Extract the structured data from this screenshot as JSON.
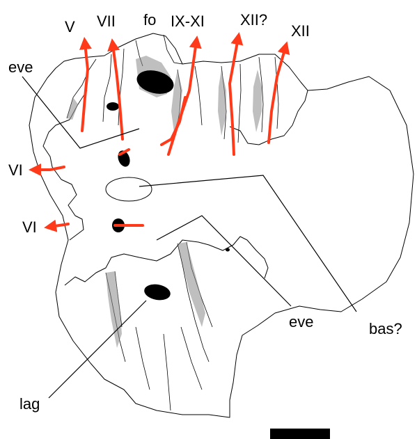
{
  "labels": {
    "V": "V",
    "VII": "VII",
    "fo": "fo",
    "IX_XI": "IX-XI",
    "XII_q": "XII?",
    "XII": "XII",
    "eve_top": "eve",
    "VI_upper": "VI",
    "VI_lower": "VI",
    "eve_bottom": "eve",
    "bas": "bas?",
    "lag": "lag"
  },
  "colors": {
    "nerve": "#ff3a1a",
    "outline": "#000000",
    "background": "#ffffff"
  }
}
